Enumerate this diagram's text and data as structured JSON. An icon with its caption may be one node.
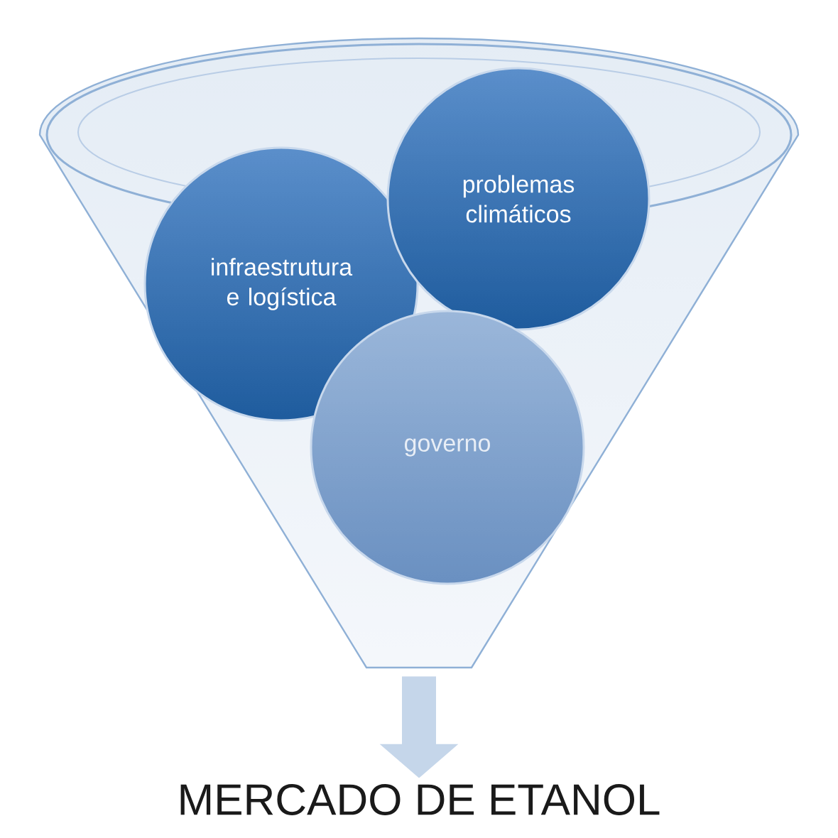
{
  "diagram": {
    "nodes": [
      {
        "text": [],
        "shape": "funnel"
      },
      {
        "text": [
          "infraestrutura e logística"
        ],
        "in": 0
      },
      {
        "text": [
          "problemas climáticos"
        ],
        "in": 0
      },
      {
        "text": [
          "governo"
        ],
        "in": 0
      },
      {
        "text": [
          "MERCADO DE ETANOL"
        ]
      }
    ],
    "edges": [
      {
        "from": 0,
        "to": 4,
        "arrow": "to"
      }
    ]
  }
}
